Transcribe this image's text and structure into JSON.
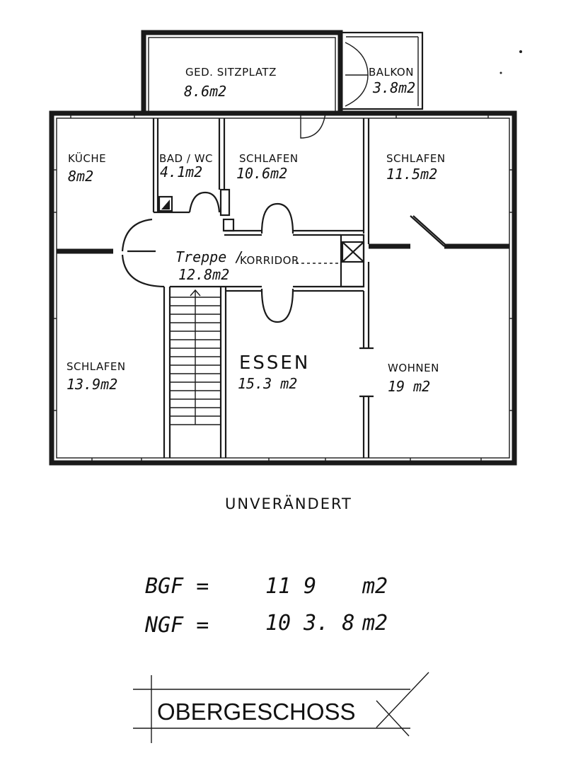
{
  "rooms": {
    "sitzplatz": {
      "name": "GED. SITZPLATZ",
      "area": "8.6m2"
    },
    "balkon": {
      "name": "BALKON",
      "area": "3.8m2"
    },
    "kueche": {
      "name": "KÜCHE",
      "area": "8m2"
    },
    "bad": {
      "name": "BAD / WC",
      "area": "4.1m2"
    },
    "schlafen1": {
      "name": "SCHLAFEN",
      "area": "10.6m2"
    },
    "schlafen2": {
      "name": "SCHLAFEN",
      "area": "11.5m2"
    },
    "treppe": {
      "name": "Treppe /",
      "area": "12.8m2"
    },
    "korridor": {
      "name": "KORRIDOR"
    },
    "schlafen3": {
      "name": "SCHLAFEN",
      "area": "13.9m2"
    },
    "essen": {
      "name": "ESSEN",
      "area": "15.3 m2"
    },
    "wohnen": {
      "name": "WOHNEN",
      "area": "19 m2"
    }
  },
  "note": "UNVERÄNDERT",
  "totals": {
    "bgf": {
      "label": "BGF =",
      "value": "11 9",
      "unit": "m2"
    },
    "ngf": {
      "label": "NGF =",
      "value": "10 3. 8",
      "unit": "m2"
    }
  },
  "floor_title": "OBERGESCHOSS"
}
